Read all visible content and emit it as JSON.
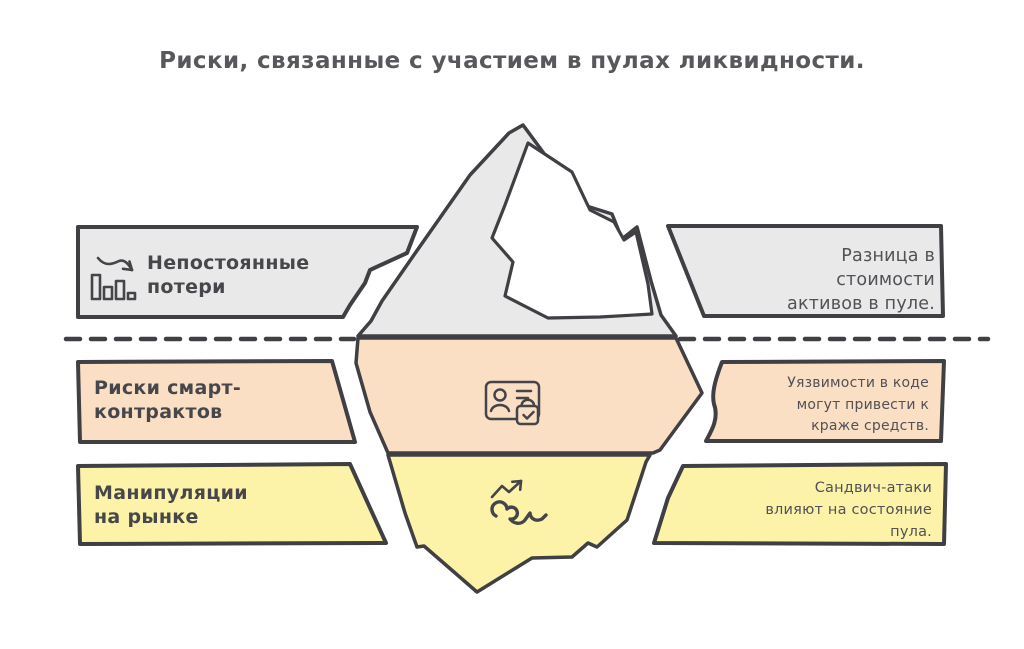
{
  "title": "Риски, связанные с участием в пулах ликвидности.",
  "colors": {
    "outline": "#3f3f44",
    "icon_stroke": "#454549",
    "gray_fill": "#e9e9ea",
    "peach_fill": "#fbdfc4",
    "yellow_fill": "#fcf3a9",
    "facet_white": "#ffffff",
    "background": "#ffffff"
  },
  "sections": [
    {
      "id": "impermanent-loss",
      "zone": "above-waterline",
      "fill": "#e9e9ea",
      "label": "Непостоянные\nпотери",
      "description": "Разница в\nстоимости\nактивов в пуле.",
      "icon": "declining-bar-chart-icon"
    },
    {
      "id": "smart-contract-risks",
      "zone": "below-waterline",
      "fill": "#fbdfc4",
      "label": "Риски смарт-\nконтрактов",
      "description": "Уязвимости в коде\nмогут привести к\nкраже средств.",
      "icon": "id-card-lock-icon"
    },
    {
      "id": "market-manipulation",
      "zone": "below-waterline",
      "fill": "#fcf3a9",
      "label": "Манипуляции\nна рынке",
      "description": "Сандвич-атаки\nвлияют на состояние\nпула.",
      "icon": "tangled-trend-arrow-icon"
    }
  ]
}
